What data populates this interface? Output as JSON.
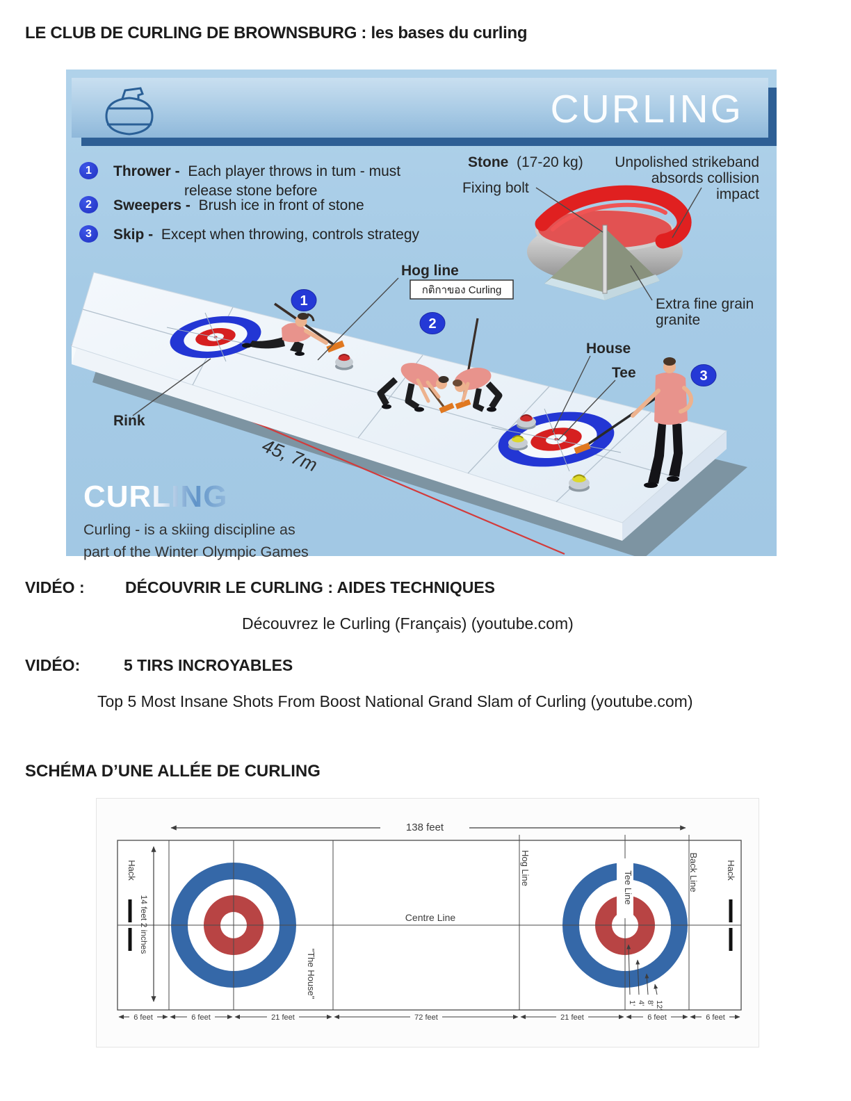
{
  "page": {
    "title": "LE CLUB DE CURLING DE BROWNSBURG : les bases du curling"
  },
  "infographic": {
    "header": {
      "title": "CURLING"
    },
    "roles": {
      "items": [
        {
          "num": "1",
          "name": "Thrower -",
          "text": "Each player throws in tum - must",
          "text2": "release stone before"
        },
        {
          "num": "2",
          "name": "Sweepers -",
          "text": "Brush ice in front of stone"
        },
        {
          "num": "3",
          "name": "Skip -",
          "text": "Except when throwing, controls strategy"
        }
      ]
    },
    "stone": {
      "label_bold": "Stone",
      "label_weight": "(17-20 kg)",
      "strikeband1": "Unpolished strikeband",
      "strikeband2": "absords collision",
      "strikeband3": "impact",
      "fixing_bolt": "Fixing bolt",
      "granite1": "Extra fine grain",
      "granite2": "granite"
    },
    "rink": {
      "hog_line": "Hog line",
      "thai_caption": "กติกาของ Curling",
      "house": "House",
      "tee": "Tee",
      "rink": "Rink",
      "length": "45, 7m",
      "badges": [
        "1",
        "2",
        "3"
      ]
    },
    "footer": {
      "logo": "CURLING",
      "caption1": "Curling - is a skiing discipline as",
      "caption2": "part  of   the Winter Olympic Games"
    },
    "colors": {
      "background": "#a6cbe6",
      "badge_blue": "#2439d6",
      "house_blue": "#2336d4",
      "house_red": "#d62020",
      "banner_shadow": "#2e5f95"
    }
  },
  "videos": {
    "v1_label": "VIDÉO :",
    "v1_title": "DÉCOUVRIR LE CURLING : AIDES TECHNIQUES",
    "v1_link": "Découvrez le Curling (Français) (youtube.com)",
    "v2_label": "VIDÉO:",
    "v2_title": "5 TIRS INCROYABLES",
    "v2_link": "Top 5 Most Insane Shots From Boost National Grand Slam of Curling (youtube.com)"
  },
  "schema": {
    "heading": "SCHÉMA D’UNE ALLÉE DE CURLING",
    "diagram": {
      "total_length": "138 feet",
      "width": "14 feet 2 inches",
      "hack_left": "Hack",
      "hack_right": "Hack",
      "hog_line": "Hog Line",
      "tee_line": "Tee Line",
      "back_line": "Back Line",
      "centre_line": "Centre Line",
      "house": "\"The House\"",
      "bottom_segments": [
        "6 feet",
        "6 feet",
        "21 feet",
        "72 feet",
        "21 feet",
        "6 feet",
        "6 feet"
      ],
      "ring_radii": [
        "1'",
        "4'",
        "8'",
        "12'"
      ],
      "colors": {
        "ring_blue": "#3568a8",
        "ring_red": "#b84444",
        "line": "#444444"
      }
    }
  }
}
